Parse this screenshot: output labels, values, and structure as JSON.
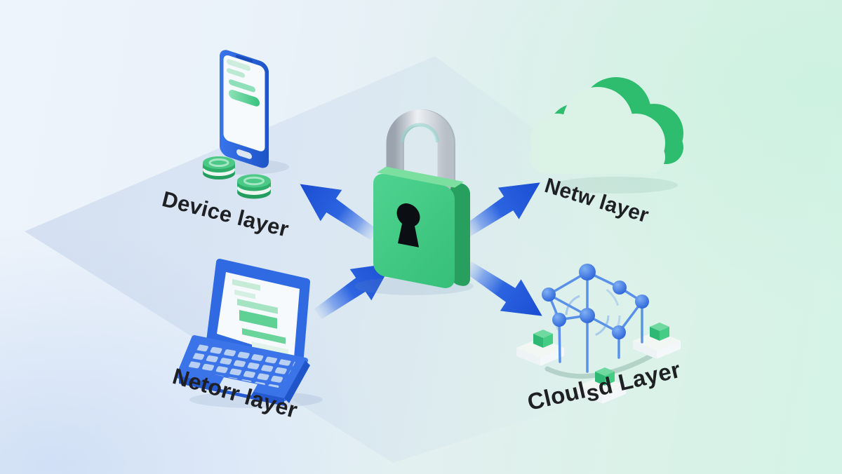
{
  "diagram": {
    "center": {
      "icon": "padlock-icon"
    },
    "nodes": [
      {
        "id": "device",
        "position": "top-left",
        "icon": "smartphone-icon",
        "label": "Device layer"
      },
      {
        "id": "cloud",
        "position": "top-right",
        "icon": "cloud-icon",
        "label": "Netw layer"
      },
      {
        "id": "laptop",
        "position": "bottom-left",
        "icon": "laptop-icon",
        "label": "Netorr layer"
      },
      {
        "id": "network",
        "position": "bottom-right",
        "icon": "network-nodes-icon",
        "label": "Cloulsd Layer",
        "label_parts": [
          "Cloul",
          "s",
          "d Layer"
        ]
      }
    ],
    "arrows": [
      {
        "from": "padlock",
        "to": "device",
        "direction": "up-left"
      },
      {
        "from": "padlock",
        "to": "cloud",
        "direction": "up-right"
      },
      {
        "from": "laptop",
        "to": "padlock",
        "direction": "up-right"
      },
      {
        "from": "padlock",
        "to": "network",
        "direction": "down-right"
      }
    ]
  },
  "colors": {
    "arrow_blue": "#2560de",
    "lock_green": "#41ca83",
    "lock_green_dark": "#27a05f",
    "shackle_silver": "#d7dce2",
    "cloud_front": "#dbf3e7",
    "cloud_side": "#2ebd6e",
    "device_blue": "#2d6ae3",
    "background_blue": "#eaf2fa",
    "background_mint": "#d6f3e7",
    "label_text": "#1f2023"
  }
}
